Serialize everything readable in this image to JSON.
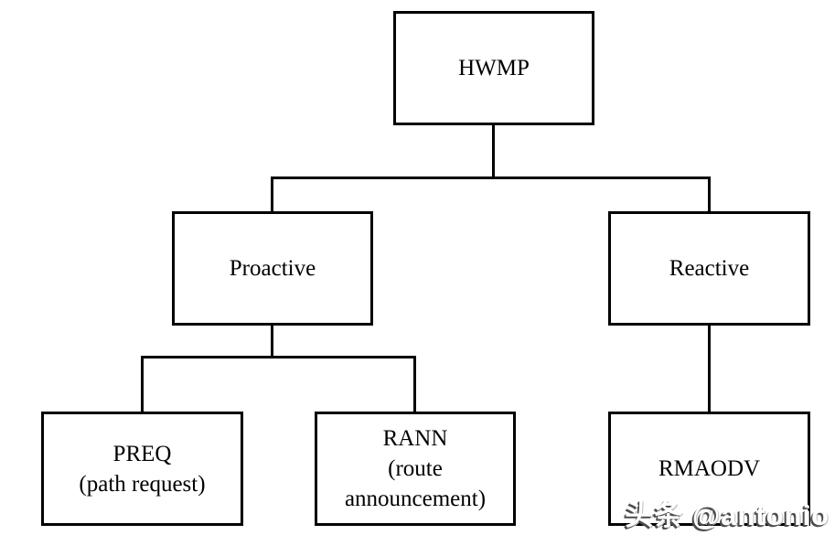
{
  "diagram": {
    "type": "tree",
    "background_color": "#ffffff",
    "line_color": "#000000",
    "box_border_color": "#000000",
    "text_color": "#000000",
    "nodes": {
      "hwmp": {
        "lines": [
          "HWMP"
        ]
      },
      "proactive": {
        "lines": [
          "Proactive"
        ]
      },
      "reactive": {
        "lines": [
          "Reactive"
        ]
      },
      "preq": {
        "lines": [
          "PREQ",
          "(path request)"
        ]
      },
      "rann": {
        "lines": [
          "RANN",
          "(route",
          "announcement)"
        ]
      },
      "rmaodv": {
        "lines": [
          "RMAODV"
        ]
      }
    },
    "edges": [
      {
        "from": "HWMP",
        "to": "Proactive"
      },
      {
        "from": "HWMP",
        "to": "Reactive"
      },
      {
        "from": "Proactive",
        "to": "PREQ (path request)"
      },
      {
        "from": "Proactive",
        "to": "RANN (route announcement)"
      },
      {
        "from": "Reactive",
        "to": "RMAODV"
      }
    ],
    "watermark": {
      "text": "头条 @antonio",
      "text_color": "#ffffff",
      "shadow_color": "#4d4d4d"
    }
  }
}
